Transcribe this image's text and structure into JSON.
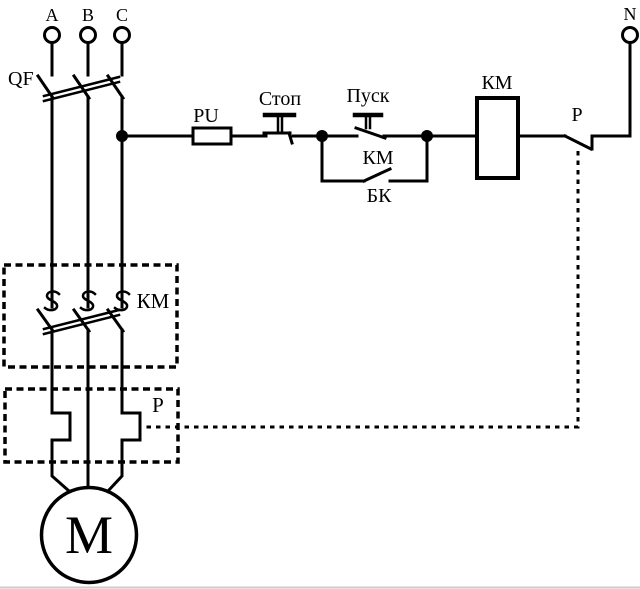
{
  "schematic": {
    "colors": {
      "line": "#000000",
      "background": "#ffffff",
      "page_edge": "#cbcbcb"
    },
    "labels": {
      "phase_a": "A",
      "phase_b": "B",
      "phase_c": "C",
      "neutral": "N",
      "breaker": "QF",
      "fuse": "PU",
      "stop_button": "Стоп",
      "start_button": "Пуск",
      "aux_contact": "КМ",
      "aux_contact_sub": "БК",
      "coil": "КМ",
      "thermal_contact": "Р",
      "contactor_box": "КМ",
      "thermal_relay_box": "Р",
      "motor": "М"
    }
  }
}
